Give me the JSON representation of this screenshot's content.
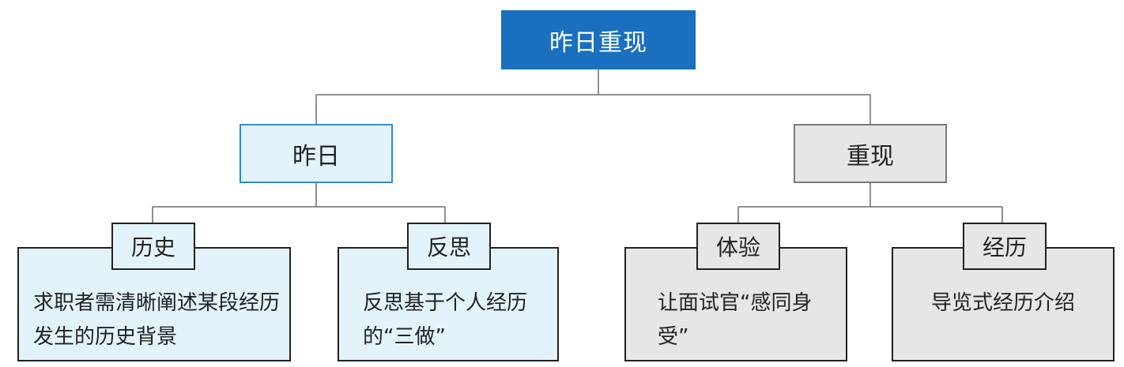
{
  "root": {
    "label": "昨日重现"
  },
  "branches": [
    {
      "label": "昨日",
      "children": [
        {
          "tag": "历史",
          "text": "求职者需清晰阐述某段经历发生的历史背景"
        },
        {
          "tag": "反思",
          "text": "反思基于个人经历的“三做”"
        }
      ]
    },
    {
      "label": "重现",
      "children": [
        {
          "tag": "体验",
          "text": "让面试官“感同身受”"
        },
        {
          "tag": "经历",
          "text": "导览式经历介绍"
        }
      ]
    }
  ],
  "colors": {
    "root_fill": "#1a6fbe",
    "blue_fill": "#e3f3fc",
    "blue_border": "#2f8fd0",
    "gray_fill": "#e6e6e6",
    "gray_border": "#7a7a7a",
    "connector": "#6b6b6b"
  }
}
